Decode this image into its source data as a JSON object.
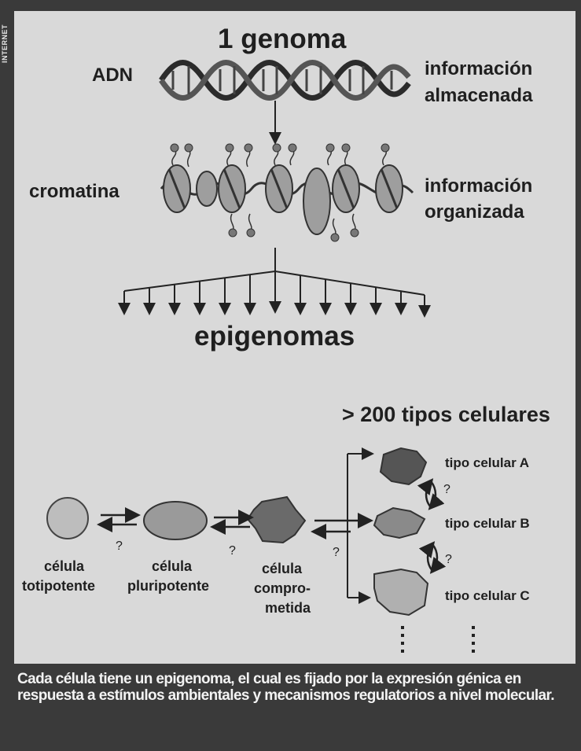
{
  "side_label": "INTERNET",
  "title": "1 genoma",
  "adn_label": "ADN",
  "stored_info": [
    "información",
    "almacenada"
  ],
  "chromatin_label": "cromatina",
  "organized_info": [
    "información",
    "organizada"
  ],
  "epigenomes_label": "epigenomas",
  "cell_types_title": "> 200 tipos celulares",
  "cell_types": [
    "tipo celular A",
    "tipo celular B",
    "tipo celular C"
  ],
  "question_mark": "?",
  "cells": [
    {
      "lines": [
        "célula",
        "totipotente"
      ]
    },
    {
      "lines": [
        "célula",
        "pluripotente"
      ]
    },
    {
      "lines": [
        "célula",
        "compro-",
        "metida"
      ]
    }
  ],
  "caption": "Cada célula tiene un epigenoma, el cual es fijado por la expresión génica en respuesta a estímulos ambientales y mecanismos regulatorios a nivel molecular."
}
